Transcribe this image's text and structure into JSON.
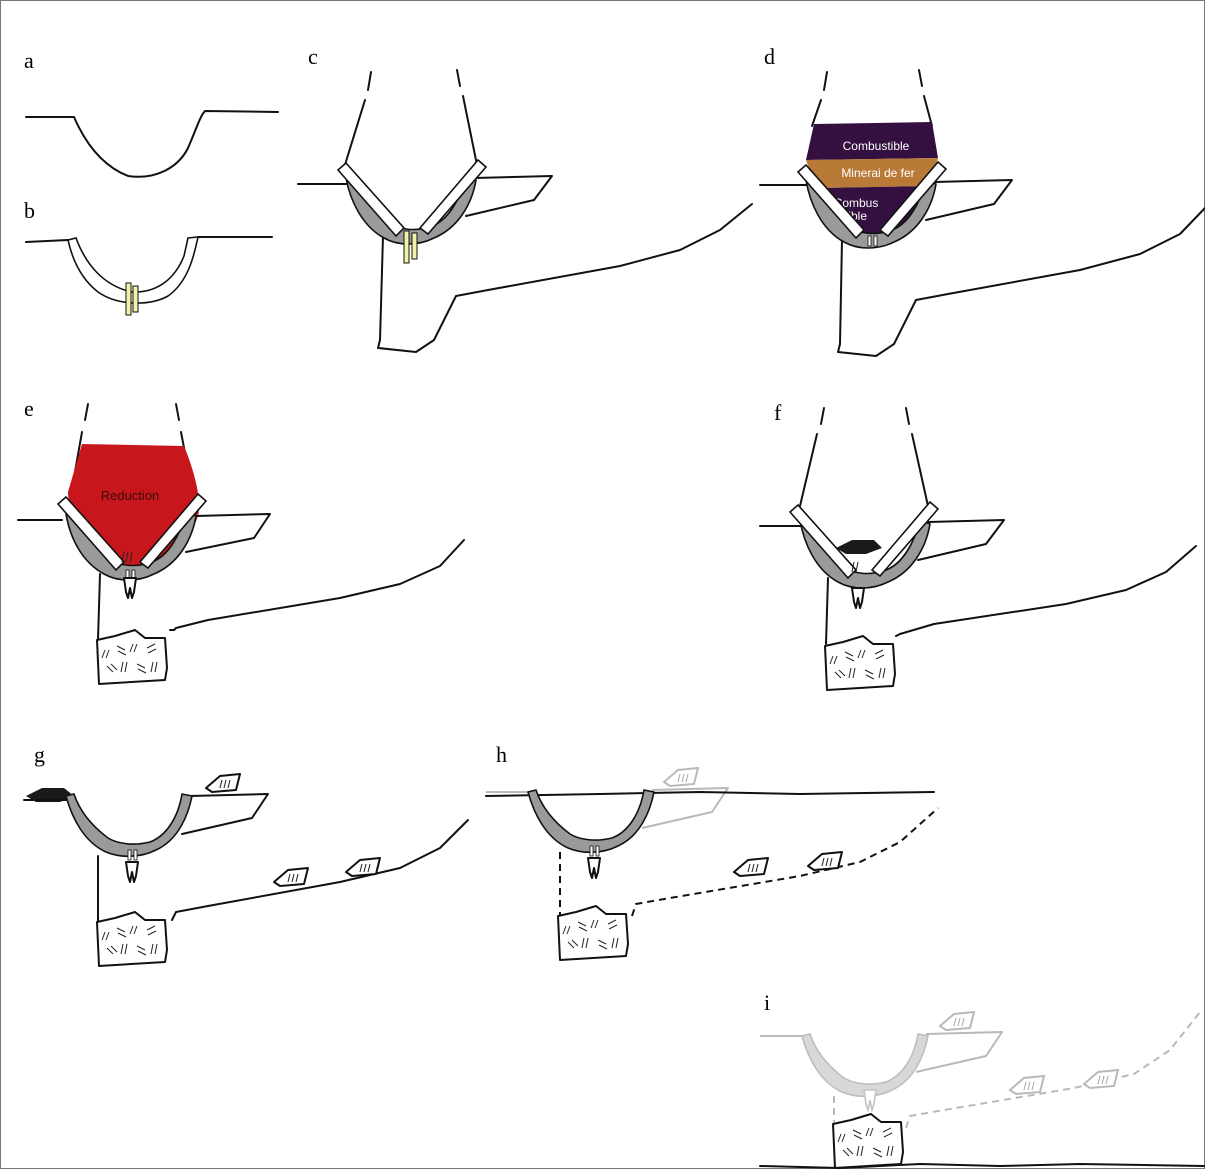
{
  "panels": {
    "a": {
      "letter": "a"
    },
    "b": {
      "letter": "b"
    },
    "c": {
      "letter": "c"
    },
    "d": {
      "letter": "d",
      "labels": {
        "fuel_top": "Combustible",
        "ore": "Minerai de fer",
        "fuel_bottom_1": "Combus",
        "fuel_bottom_2": "tible"
      }
    },
    "e": {
      "letter": "e",
      "labels": {
        "reduction": "Reduction"
      }
    },
    "f": {
      "letter": "f"
    },
    "g": {
      "letter": "g"
    },
    "h": {
      "letter": "h"
    },
    "i": {
      "letter": "i"
    }
  },
  "colors": {
    "fuel": "#33103f",
    "ore": "#b87a36",
    "reduction": "#c8161d",
    "slag": "#1a1a1a",
    "wall": "#9a9a9a",
    "tuyere": "#f4f2a8"
  }
}
